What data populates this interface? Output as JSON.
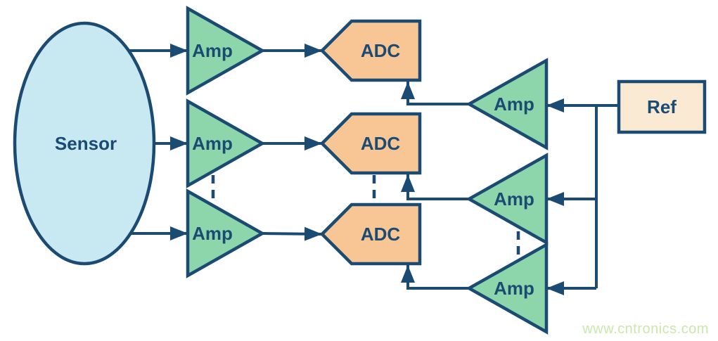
{
  "diagram": {
    "title": "sensor-multichannel-adc-reference-block-diagram",
    "nodes": {
      "sensor": "Sensor",
      "amp": "Amp",
      "adc": "ADC",
      "ref": "Ref"
    },
    "watermark": "www.cntronics.com",
    "colors": {
      "outline": "#1b4a73",
      "sensor_fill": "#c9e9f2",
      "amp_fill": "#8dd5aa",
      "adc_fill": "#f7c694",
      "ref_fill": "#fbead3",
      "watermark": "#cbe7ad",
      "background": "#ffffff"
    }
  }
}
